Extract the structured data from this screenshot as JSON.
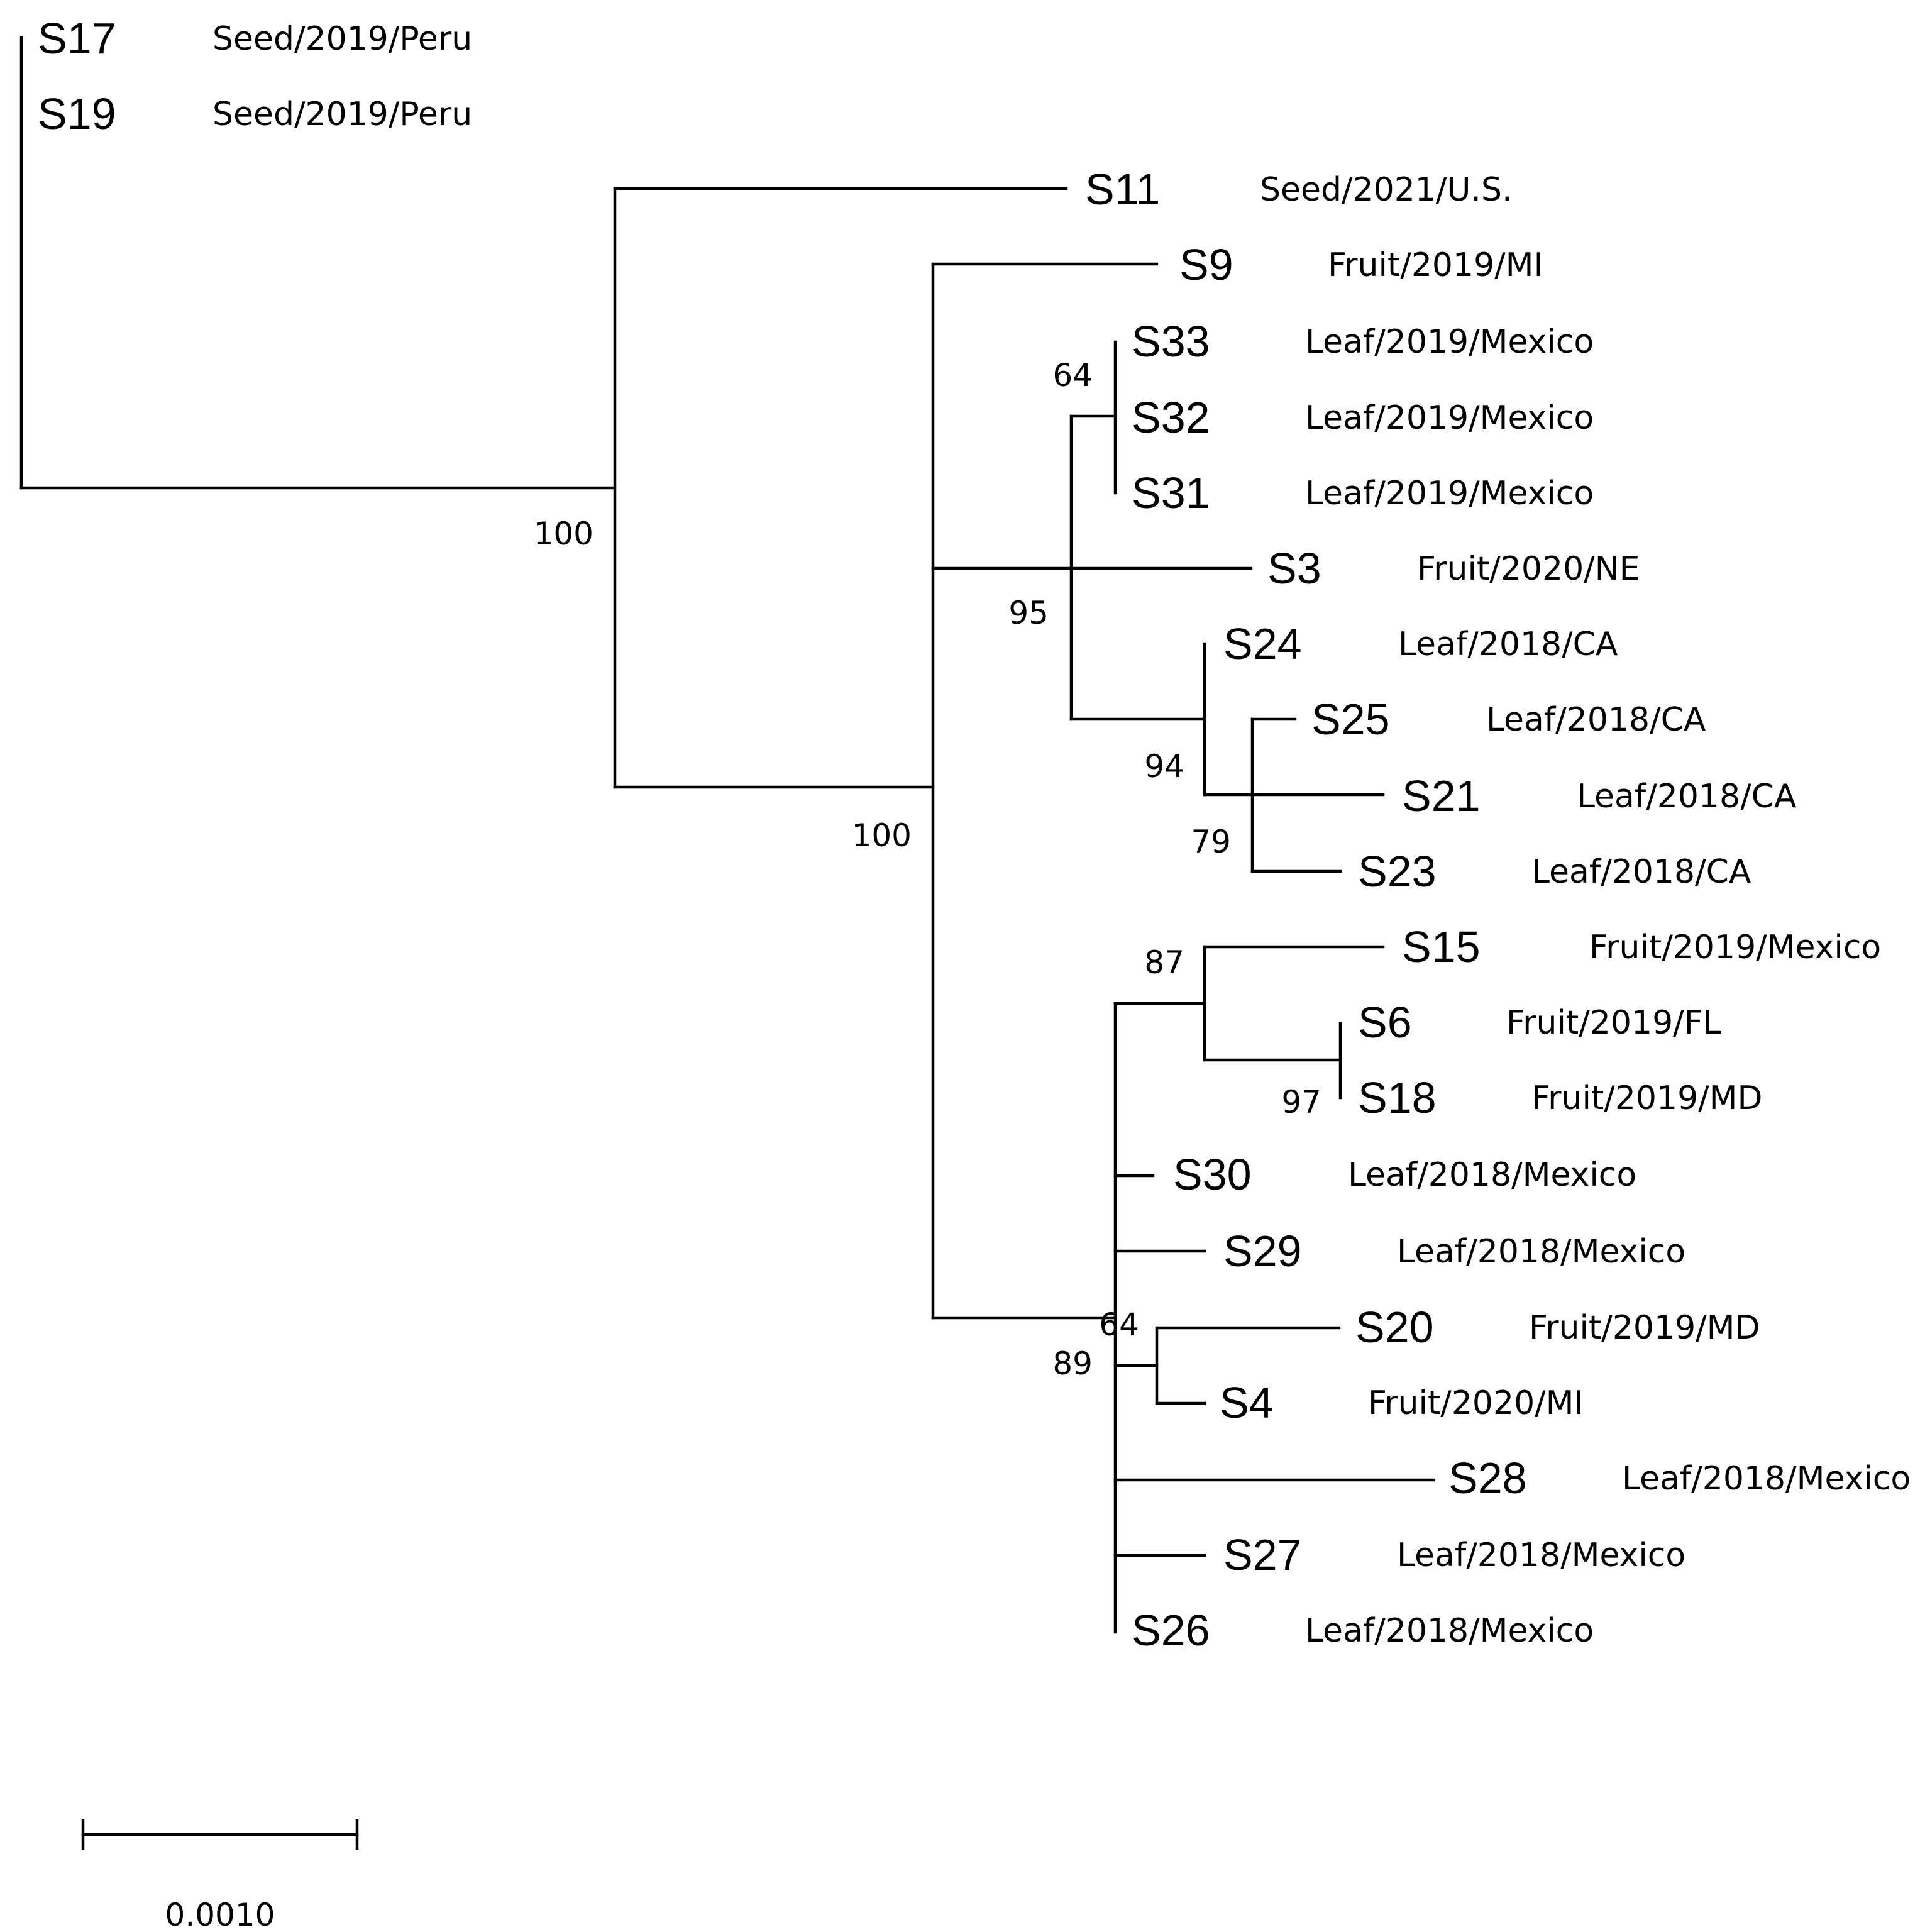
{
  "tree": {
    "taxa": [
      {
        "id": "S17",
        "label": "S17",
        "info": "Seed/2019/Peru"
      },
      {
        "id": "S19",
        "label": "S19",
        "info": "Seed/2019/Peru"
      },
      {
        "id": "S11",
        "label": "S11",
        "info": "Seed/2021/U.S."
      },
      {
        "id": "S9",
        "label": "S9",
        "info": "Fruit/2019/MI"
      },
      {
        "id": "S33",
        "label": "S33",
        "info": "Leaf/2019/Mexico"
      },
      {
        "id": "S32",
        "label": "S32",
        "info": "Leaf/2019/Mexico"
      },
      {
        "id": "S31",
        "label": "S31",
        "info": "Leaf/2019/Mexico"
      },
      {
        "id": "S3",
        "label": "S3",
        "info": "Fruit/2020/NE"
      },
      {
        "id": "S24",
        "label": "S24",
        "info": "Leaf/2018/CA"
      },
      {
        "id": "S25",
        "label": "S25",
        "info": "Leaf/2018/CA"
      },
      {
        "id": "S21",
        "label": "S21",
        "info": "Leaf/2018/CA"
      },
      {
        "id": "S23",
        "label": "S23",
        "info": "Leaf/2018/CA"
      },
      {
        "id": "S15",
        "label": "S15",
        "info": "Fruit/2019/Mexico"
      },
      {
        "id": "S6",
        "label": "S6",
        "info": "Fruit/2019/FL"
      },
      {
        "id": "S18",
        "label": "S18",
        "info": "Fruit/2019/MD"
      },
      {
        "id": "S30",
        "label": "S30",
        "info": "Leaf/2018/Mexico"
      },
      {
        "id": "S29",
        "label": "S29",
        "info": "Leaf/2018/Mexico"
      },
      {
        "id": "S20",
        "label": "S20",
        "info": "Fruit/2019/MD"
      },
      {
        "id": "S4",
        "label": "S4",
        "info": "Fruit/2020/MI"
      },
      {
        "id": "S28",
        "label": "S28",
        "info": "Leaf/2018/Mexico"
      },
      {
        "id": "S27",
        "label": "S27",
        "info": "Leaf/2018/Mexico"
      },
      {
        "id": "S26",
        "label": "S26",
        "info": "Leaf/2018/Mexico"
      }
    ],
    "bootstrap": [
      {
        "node": "root-ingroup",
        "value": "100"
      },
      {
        "node": "main-clade",
        "value": "100"
      },
      {
        "node": "S33-S32-S31",
        "value": "64"
      },
      {
        "node": "mexico-ca-clade",
        "value": "95"
      },
      {
        "node": "ca-clade",
        "value": "94"
      },
      {
        "node": "S25-S21-S23",
        "value": "79"
      },
      {
        "node": "S15-S6-S18",
        "value": "87"
      },
      {
        "node": "S6-S18",
        "value": "97"
      },
      {
        "node": "S20-S4",
        "value": "64"
      },
      {
        "node": "lower-clade",
        "value": "89"
      }
    ],
    "scale_bar": {
      "label": "0.0010",
      "value": 0.001
    }
  }
}
